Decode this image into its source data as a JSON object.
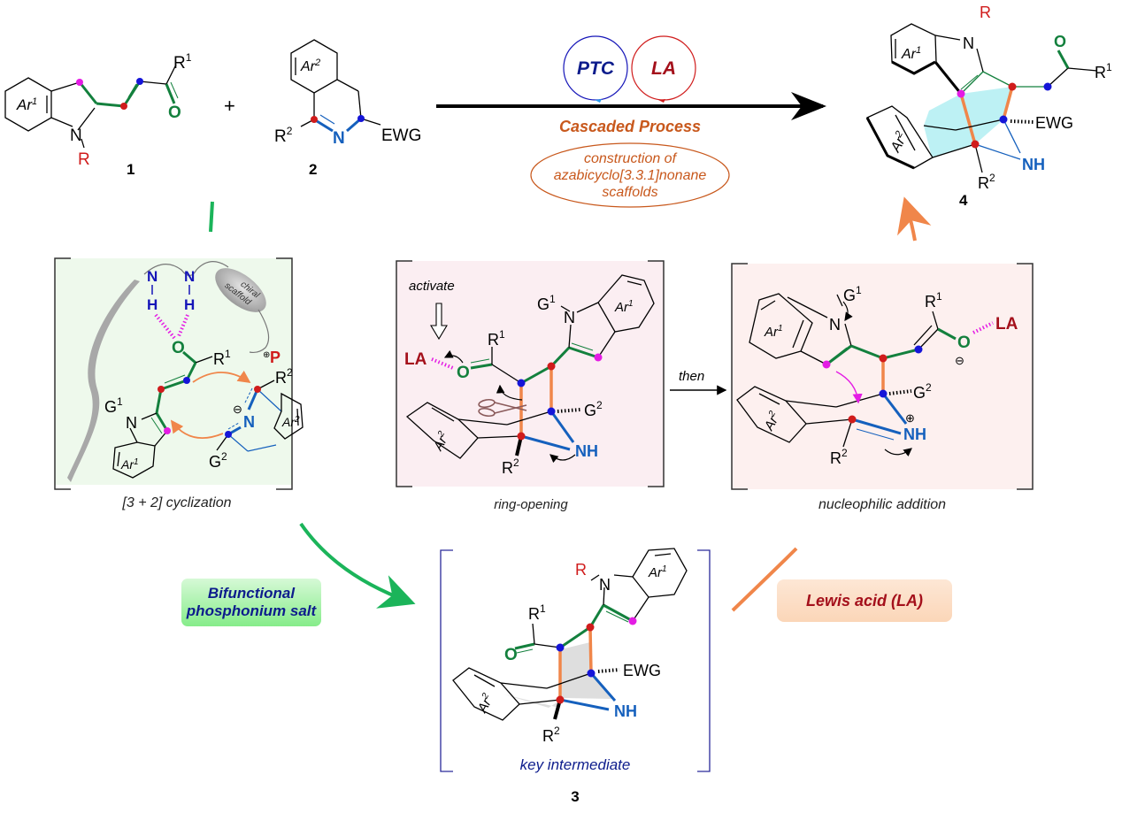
{
  "reactants": {
    "compound1": {
      "number": "1",
      "ring": "Ar",
      "ring_sup": "1",
      "n_sub": "R",
      "carbonyl_sub": "R",
      "carbonyl_sup": "1",
      "oxygen": "O",
      "nitrogen": "N"
    },
    "plus": "+",
    "compound2": {
      "number": "2",
      "ring": "Ar",
      "ring_sup": "2",
      "sub_r": "R",
      "sub_r_sup": "2",
      "nitrogen": "N",
      "ewg": "EWG"
    }
  },
  "catalysts": {
    "ptc": "PTC",
    "la": "LA"
  },
  "main_arrow": {
    "label": "Cascaded Process",
    "note": "construction of azabicyclo[3.3.1]nonane scaffolds",
    "note_lines": [
      "construction of",
      "azabicyclo[3.3.1]nonane",
      "scaffolds"
    ]
  },
  "product": {
    "number": "4",
    "n_sub": "R",
    "nitrogen": "N",
    "oxygen": "O",
    "r1": "R",
    "r1_sup": "1",
    "ewg": "EWG",
    "nh": "NH",
    "r2": "R",
    "r2_sup": "2",
    "ar1": "Ar",
    "ar1_sup": "1",
    "ar2": "Ar",
    "ar2_sup": "2"
  },
  "panels": {
    "cyclization": {
      "caption": "[3 + 2] cyclization",
      "nh_n": "N",
      "nh_h": "H",
      "scaffold_line1": "chiral",
      "scaffold_line2": "scaffold",
      "p": "P",
      "p_charge": "⊕",
      "o": "O",
      "r1": "R",
      "r1_sup": "1",
      "r2": "R",
      "r2_sup": "2",
      "g1": "G",
      "g1_sup": "1",
      "n": "N",
      "anion": "⊖",
      "g2": "G",
      "g2_sup": "2",
      "ar1": "Ar",
      "ar1_sup": "1",
      "ar2": "Ar",
      "ar2_sup": "2",
      "bg": "#eef9ec"
    },
    "ring_opening": {
      "caption": "ring-opening",
      "activate": "activate",
      "la": "LA",
      "o": "O",
      "r1": "R",
      "r1_sup": "1",
      "g1": "G",
      "g1_sup": "1",
      "n": "N",
      "ar1": "Ar",
      "ar1_sup": "1",
      "g2": "G",
      "g2_sup": "2",
      "nh": "NH",
      "r2": "R",
      "r2_sup": "2",
      "ar2": "Ar",
      "ar2_sup": "2",
      "bg": "#fbeef2"
    },
    "then_label": "then",
    "nucleophilic": {
      "caption": "nucleophilic addition",
      "g1": "G",
      "g1_sup": "1",
      "n": "N",
      "r1": "R",
      "r1_sup": "1",
      "o": "O",
      "la": "LA",
      "anion": "⊖",
      "g2": "G",
      "g2_sup": "2",
      "cation": "⊕",
      "nh": "NH",
      "r2": "R",
      "r2_sup": "2",
      "ar1": "Ar",
      "ar1_sup": "1",
      "ar2": "Ar",
      "ar2_sup": "2",
      "bg": "#fdf0ef"
    }
  },
  "intermediate": {
    "number": "3",
    "caption": "key intermediate",
    "r": "R",
    "n": "N",
    "ar1": "Ar",
    "ar1_sup": "1",
    "r1": "R",
    "r1_sup": "1",
    "o": "O",
    "ewg": "EWG",
    "nh": "NH",
    "r2": "R",
    "r2_sup": "2",
    "ar2": "Ar",
    "ar2_sup": "2"
  },
  "badges": {
    "bifunctional": "Bifunctional phosphonium salt",
    "bif_line1": "Bifunctional",
    "bif_line2": "phosphonium salt",
    "lewis": "Lewis acid (LA)"
  },
  "colors": {
    "green": "#13803d",
    "blue": "#1560bd",
    "navy": "#0d1c8c",
    "red": "#d01c1c",
    "magenta": "#e41ce4",
    "orange": "#f0864a",
    "brown": "#c8581c",
    "darkred": "#a4101b"
  }
}
